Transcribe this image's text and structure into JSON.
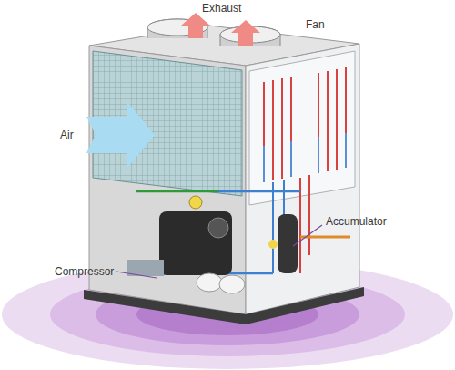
{
  "diagram": {
    "labels": [
      "Exhaust",
      "Fan",
      "Air",
      "Accumulator",
      "Compressor"
    ]
  }
}
